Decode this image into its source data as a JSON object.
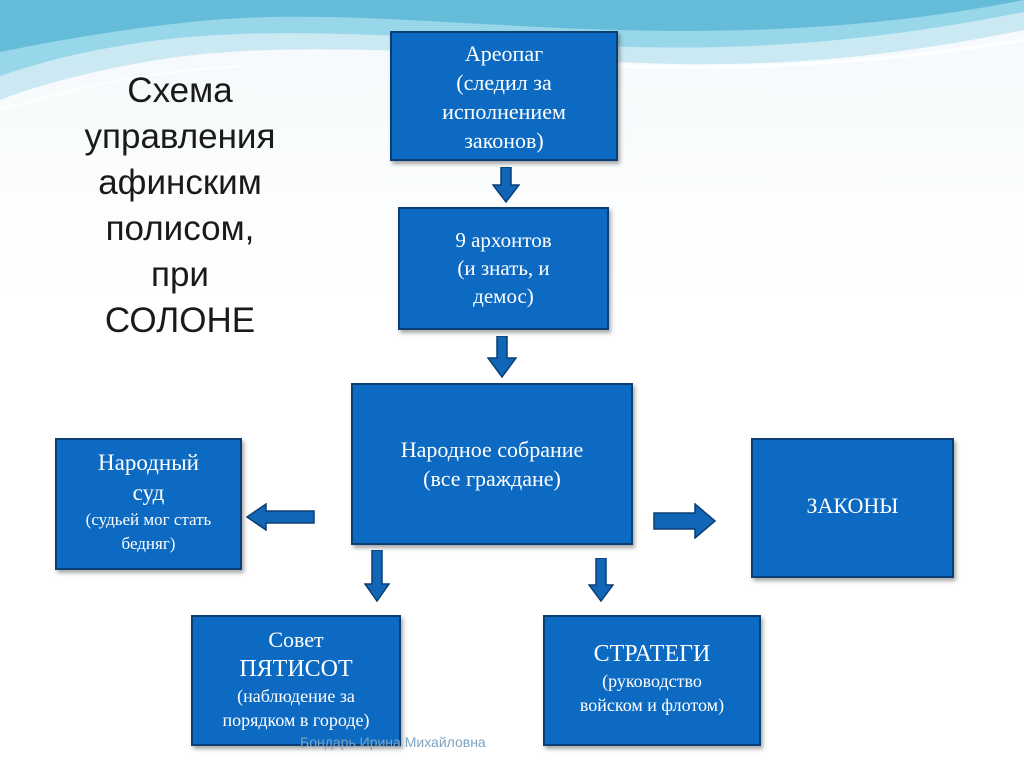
{
  "title": {
    "lines": [
      "Схема",
      "управления",
      "афинским",
      "полисом,",
      "при",
      "СОЛОНЕ"
    ]
  },
  "boxes": {
    "areopag": {
      "lines": [
        "Ареопаг",
        "(следил за",
        "исполнением",
        "законов)"
      ]
    },
    "archons": {
      "lines": [
        "9 архонтов",
        "(и знать, и",
        "демос)"
      ]
    },
    "assembly": {
      "lines": [
        "Народное собрание",
        "(все граждане)"
      ]
    },
    "court": {
      "name1": "Народный",
      "name2": "суд",
      "note1": "(судьей мог стать",
      "note2": "бедняг)"
    },
    "laws": {
      "label": "ЗАКОНЫ"
    },
    "council": {
      "name1": "Совет",
      "name2": "ПЯТИСОТ",
      "note1": "(наблюдение за",
      "note2": "порядком в городе)"
    },
    "strategoi": {
      "name": "СТРАТЕГИ",
      "note1": "(руководство",
      "note2": "войском и флотом)"
    }
  },
  "footer": {
    "author": "Бондарь Ирина Михайловна"
  },
  "colors": {
    "box_fill": "#0d6ac2",
    "box_border": "#0a3f73",
    "arrow_fill": "#1266b8",
    "arrow_stroke": "#0a3f73",
    "wave": "#6fc3dd"
  }
}
